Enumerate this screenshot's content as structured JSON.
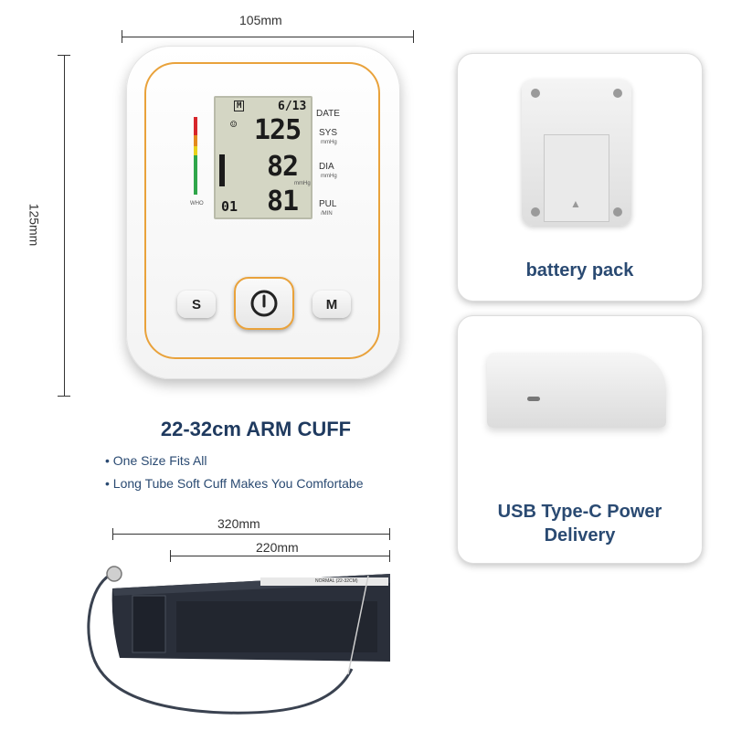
{
  "dimensions": {
    "device_width": "105mm",
    "device_height": "125mm",
    "cuff_length": "320mm",
    "cuff_inner_length": "220mm"
  },
  "display": {
    "memory_icon": "M",
    "date": "6/13",
    "date_label": "DATE",
    "sys_value": "125",
    "sys_label": "SYS",
    "sys_unit": "mmHg",
    "dia_value": "82",
    "dia_label": "DIA",
    "dia_unit": "mmHg",
    "pul_index": "01",
    "pul_value": "81",
    "pul_label": "PUL",
    "pul_unit": "/MIN",
    "dia_small_unit": "mmHg",
    "who_label": "WHO"
  },
  "buttons": {
    "s_label": "S",
    "m_label": "M"
  },
  "panels": {
    "battery_caption": "battery pack",
    "usb_caption_line1": "USB Type-C Power",
    "usb_caption_line2": "Delivery"
  },
  "cuff": {
    "title": "22-32cm ARM CUFF",
    "features": [
      "One Size Fits All",
      "Long Tube Soft Cuff Makes You Comfortabe"
    ],
    "print_label": "NORMAL (22-32CM)"
  },
  "colors": {
    "accent_orange": "#e9a23b",
    "caption_blue": "#2a4a72",
    "cuff_dark": "#2a2f3a"
  }
}
